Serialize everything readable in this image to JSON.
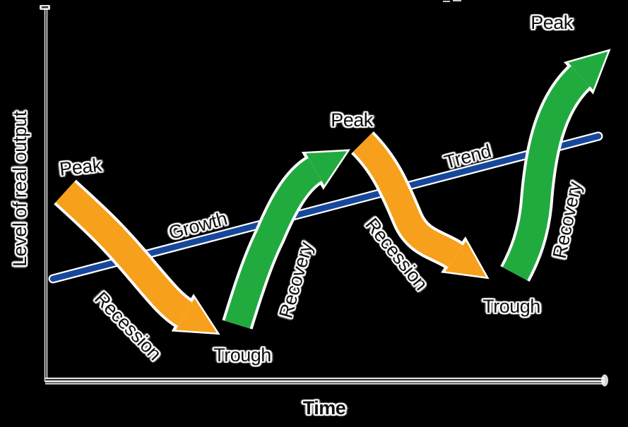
{
  "diagram": {
    "y_axis_label": "Level of real output",
    "x_axis_label": "Time",
    "trend_line_labels": {
      "growth": "Growth",
      "trend": "Trend"
    },
    "stages": {
      "peak_1": "Peak",
      "recession_1": "Recession",
      "trough_1": "Trough",
      "recovery_1": "Recovery",
      "peak_2": "Peak",
      "recession_2": "Recession",
      "trough_2": "Trough",
      "recovery_2": "Recovery",
      "peak_3": "Peak"
    },
    "cycle_sequence": [
      "Peak",
      "Recession",
      "Trough",
      "Recovery",
      "Peak",
      "Recession",
      "Trough",
      "Recovery",
      "Peak"
    ],
    "colors": {
      "background": "#000000",
      "recession_arrow": "#F7A01C",
      "recovery_arrow": "#21AB3F",
      "trend_line": "#17479C",
      "axis_line": "#333333",
      "label_text": "#101010",
      "label_halo": "#FFFFFF"
    }
  }
}
